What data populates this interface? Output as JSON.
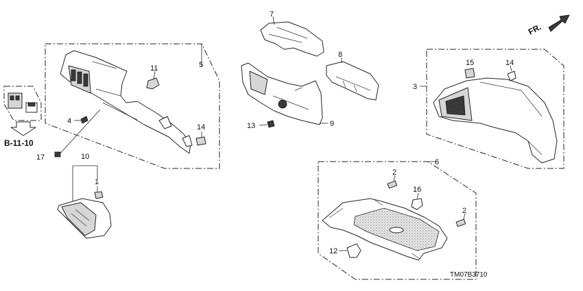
{
  "callouts": {
    "c1": "1",
    "c2a": "2",
    "c2b": "2",
    "c3": "3",
    "c4": "4",
    "c5": "5",
    "c6": "6",
    "c7": "7",
    "c8": "8",
    "c9": "9",
    "c10": "10",
    "c11": "11",
    "c12": "12",
    "c13": "13",
    "c14a": "14",
    "c14b": "14",
    "c15": "15",
    "c16": "16",
    "c17": "17"
  },
  "reference": "B-11-10",
  "direction": "FR.",
  "diagram_code": "TM07B3710"
}
